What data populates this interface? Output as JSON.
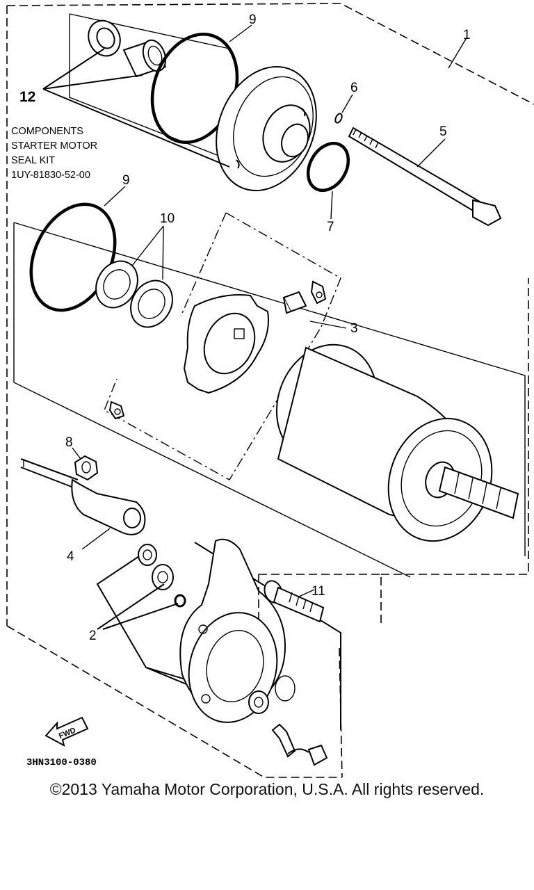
{
  "kit_label": {
    "line1": "COMPONENTS",
    "line2": "STARTER MOTOR",
    "line3": "SEAL KIT",
    "line4": "1UY-81830-52-00"
  },
  "callouts": {
    "c1": "1",
    "c2": "2",
    "c3": "3",
    "c4": "4",
    "c5": "5",
    "c6": "6",
    "c7": "7",
    "c8": "8",
    "c9a": "9",
    "c9b": "9",
    "c10": "10",
    "c11": "11",
    "c12": "12"
  },
  "fwd_label": "FWD",
  "diagram_code": "3HN3100-0380",
  "copyright": "©2013 Yamaha Motor Corporation, U.S.A. All rights reserved."
}
